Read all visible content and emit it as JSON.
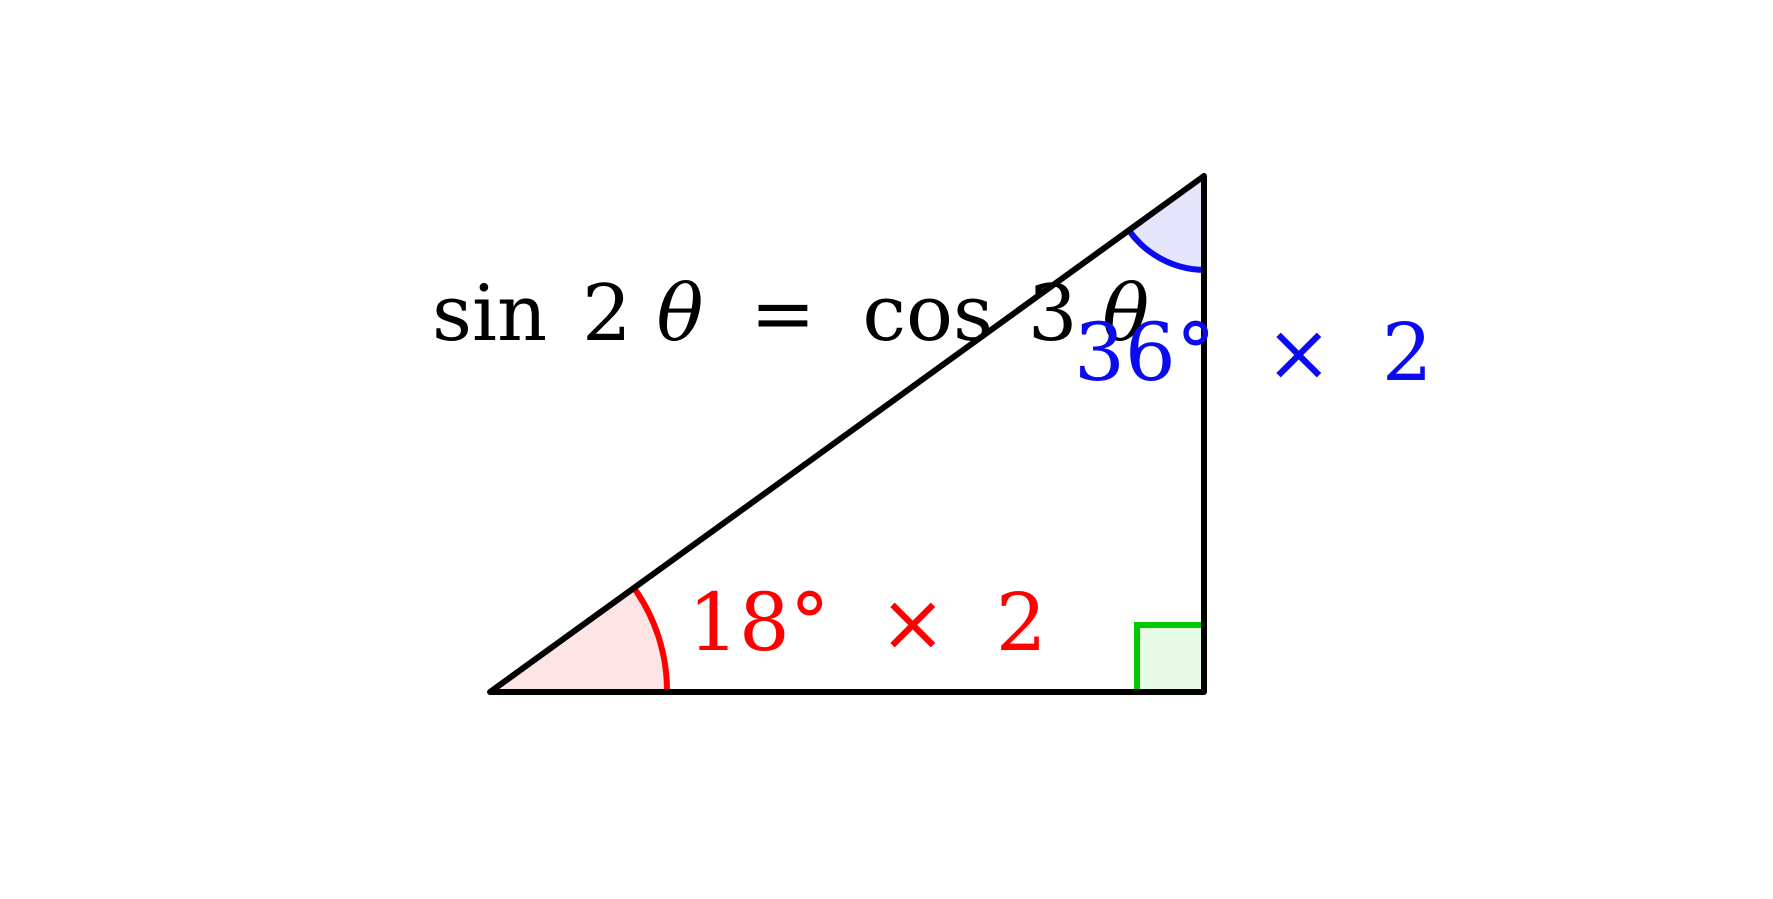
{
  "diagram": {
    "equation": {
      "fn1": "sin",
      "coef1": "2",
      "var1": "θ",
      "equals": "=",
      "fn2": "cos",
      "coef2": "3",
      "var2": "θ"
    },
    "labels": {
      "top_angle": {
        "value": "36°",
        "operator": "×",
        "factor": "2"
      },
      "bottom_angle": {
        "value": "18°",
        "operator": "×",
        "factor": "2"
      }
    },
    "colors": {
      "triangle": "#000000",
      "top_angle_stroke": "#0b0bf0",
      "top_angle_fill": "#e5e6fb",
      "bottom_angle_stroke": "#ff0000",
      "bottom_angle_fill": "#fde5e5",
      "right_angle_stroke": "#00c800",
      "right_angle_fill": "#e7fbe5"
    }
  }
}
